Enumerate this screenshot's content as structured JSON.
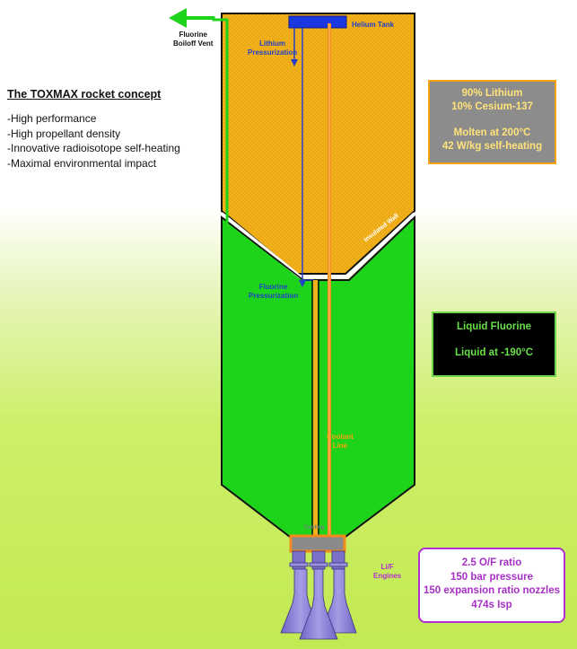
{
  "concept": {
    "title": "The TOXMAX rocket concept",
    "points": [
      "-High performance",
      "-High propellant density",
      "-Innovative radioisotope self-heating",
      "-Maximal environmental impact"
    ]
  },
  "labels": {
    "vent": [
      "Fluorine",
      "Boiloff Vent"
    ],
    "helium_tank": "Helium Tank",
    "lithium_pressurization": [
      "Lithium",
      "Pressurization"
    ],
    "fluorine_pressurization": [
      "Fluorine",
      "Pressurization"
    ],
    "insulated_wall": "Insulated Wall",
    "coolant_line": [
      "Coolant",
      "Line"
    ],
    "cooling_jacket": "Cooling",
    "engines": [
      "Li/F",
      "Engines"
    ]
  },
  "lithium_tank_info": {
    "line1": "90% Lithium",
    "line2": "10% Cesium-137",
    "line3": "Molten at 200°C",
    "line4": "42 W/kg self-heating"
  },
  "fluorine_tank_info": {
    "line1": "Liquid Fluorine",
    "line2": "Liquid at -190°C"
  },
  "engine_info": {
    "line1": "2.5 O/F ratio",
    "line2": "150 bar pressure",
    "line3": "150 expansion ratio nozzles",
    "line4": "474s Isp"
  },
  "colors": {
    "lithium": "#f2b21c",
    "fluorine": "#1ed41b",
    "helium_line": "#2340c7",
    "coolant": "#f28a1c",
    "engine": "#8f86d6",
    "info_accent": "#b12fd3"
  }
}
